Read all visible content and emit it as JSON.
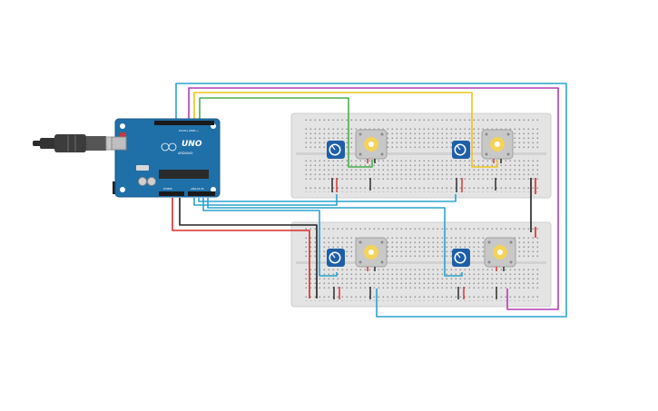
{
  "arduino": {
    "brand": "ARDUINO",
    "model": "UNO",
    "digital_label": "DIGITAL (PWM~)",
    "power_label": "POWER",
    "analog_label": "ANALOG IN"
  },
  "colors": {
    "arduino_board": "#1f6fa8",
    "breadboard": "#e4e4e4",
    "wire_blue": "#2aa3cf",
    "wire_magenta": "#b23eb2",
    "wire_yellow": "#f0c419",
    "wire_green": "#4caf50",
    "wire_red": "#d92b2b",
    "wire_black": "#222222",
    "motor_body": "#c8c8c8",
    "motor_hub": "#f3d35a",
    "potentiometer": "#1f5fa8"
  },
  "icons": [
    "usb-cable-icon",
    "potentiometer-icon",
    "dc-motor-icon",
    "breadboard-icon",
    "arduino-board-icon"
  ]
}
